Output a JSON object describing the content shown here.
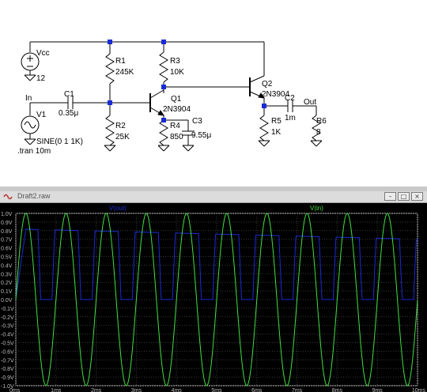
{
  "schematic": {
    "labels": {
      "vcc": "Vcc",
      "vcc_value": "12",
      "in": "In",
      "v1": "V1",
      "v1_value": "SINE(0 1 1K)",
      "tran": ".tran 10m",
      "c1": "C1",
      "c1_value": "0.35μ",
      "r1": "R1",
      "r1_value": "245K",
      "r2": "R2",
      "r2_value": "25K",
      "r3": "R3",
      "r3_value": "10K",
      "q1": "Q1",
      "q1_model": "2N3904",
      "r4": "R4",
      "r4_value": "850",
      "c3": "C3",
      "c3_value": "9.55μ",
      "q2": "Q2",
      "q2_model": "2N3904",
      "c2": "C2",
      "c2_value": "1m",
      "out": "Out",
      "r5": "R5",
      "r5_value": "1K",
      "r6": "R6",
      "r6_value": "8"
    }
  },
  "plot": {
    "window_title": "Draft2.raw",
    "buttons": {
      "minimize": "–",
      "restore": "□",
      "close": "×"
    },
    "colors": {
      "vout": "#1a2bd6",
      "vin": "#40e040",
      "grid": "#3a3a3a",
      "axis": "#bdbdbd"
    },
    "trace_labels": {
      "vout": "V(out)",
      "vin": "V(in)"
    }
  },
  "chart_data": {
    "type": "line",
    "xlabel": "",
    "ylabel": "",
    "x_ticks": [
      "0ms",
      "1ms",
      "2ms",
      "3ms",
      "4ms",
      "5ms",
      "6ms",
      "7ms",
      "8ms",
      "9ms",
      "10ms"
    ],
    "y_ticks": [
      "1.0V",
      "0.9V",
      "0.8V",
      "0.7V",
      "0.6V",
      "0.5V",
      "0.4V",
      "0.3V",
      "0.2V",
      "0.1V",
      "0.0V",
      "-0.1V",
      "-0.2V",
      "-0.3V",
      "-0.4V",
      "-0.5V",
      "-0.6V",
      "-0.7V",
      "-0.8V",
      "-0.9V",
      "-1.0V"
    ],
    "xlim": [
      0,
      10
    ],
    "ylim": [
      -1.0,
      1.0
    ],
    "grid": true,
    "series": [
      {
        "name": "V(in)",
        "function": "sine",
        "amplitude": 1.0,
        "frequency_khz": 1.0,
        "offset": 0.0
      },
      {
        "name": "V(out)",
        "function": "clipped_sine",
        "peak_start": 0.82,
        "peak_end": 0.7,
        "floor": 0.0
      }
    ]
  }
}
